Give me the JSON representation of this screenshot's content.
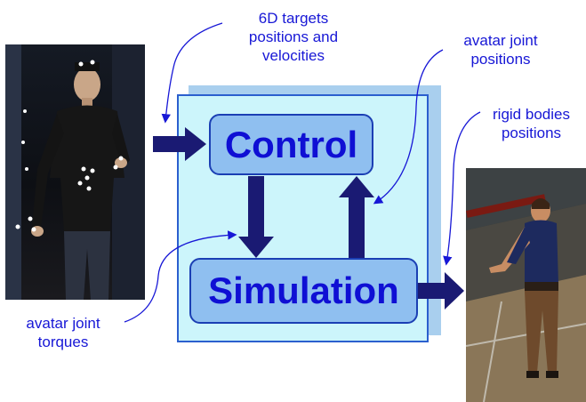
{
  "labels": {
    "targets": "6D targets\npositions and\nvelocities",
    "avatar_joint_positions": "avatar joint\npositions",
    "rigid_bodies_positions": "rigid bodies\npositions",
    "avatar_joint_torques": "avatar joint\ntorques"
  },
  "blocks": {
    "control": "Control",
    "simulation": "Simulation"
  },
  "colors": {
    "text_blue": "#1717d6",
    "block_blue": "#8fbff0",
    "panel_cyan": "#ccf5fb",
    "arrow_navy": "#1a1a73"
  }
}
